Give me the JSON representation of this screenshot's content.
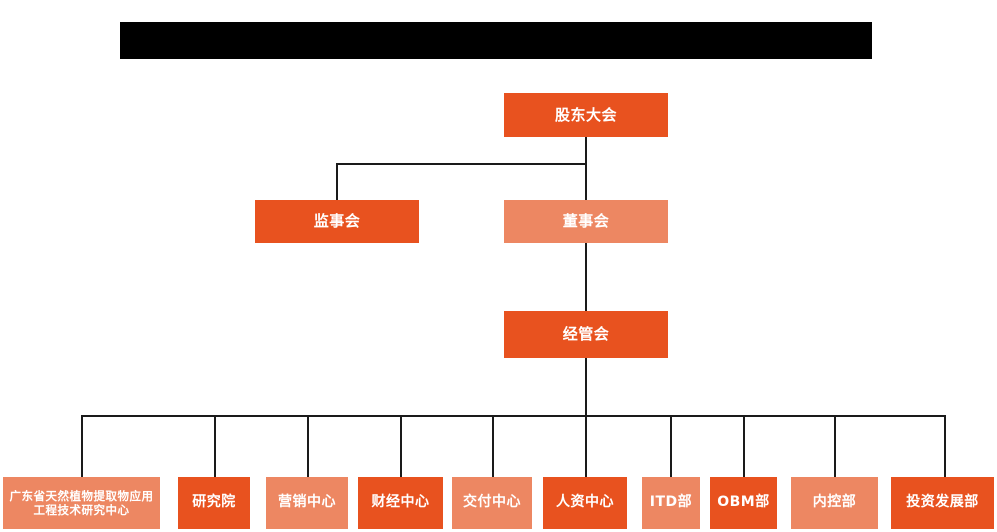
{
  "diagram": {
    "title_bar": {
      "name": "redacted-title-banner",
      "text": ""
    },
    "theme": {
      "background": "#ffffff",
      "accent_dark": "#E8521F",
      "accent_light": "#ED8762",
      "connector": "#1a1a1a",
      "node_text": "#ffffff",
      "banner": "#000000"
    },
    "levels": {
      "level1": [
        {
          "id": "shareholders-meeting",
          "label": "股东大会",
          "tone": "dark"
        }
      ],
      "level2": [
        {
          "id": "board-of-supervisors",
          "label": "监事会",
          "tone": "dark"
        },
        {
          "id": "board-of-directors",
          "label": "董事会",
          "tone": "light"
        }
      ],
      "level3": [
        {
          "id": "management-committee",
          "label": "经管会",
          "tone": "dark"
        }
      ],
      "level4": [
        {
          "id": "guangdong-research-center",
          "label": "广东省天然植物提取物应用工程技术研究中心",
          "tone": "light"
        },
        {
          "id": "research-institute",
          "label": "研究院",
          "tone": "dark"
        },
        {
          "id": "marketing-center",
          "label": "营销中心",
          "tone": "light"
        },
        {
          "id": "finance-center",
          "label": "财经中心",
          "tone": "dark"
        },
        {
          "id": "delivery-center",
          "label": "交付中心",
          "tone": "light"
        },
        {
          "id": "hr-center",
          "label": "人资中心",
          "tone": "dark"
        },
        {
          "id": "itd-department",
          "label": "ITD部",
          "tone": "light"
        },
        {
          "id": "obm-department",
          "label": "OBM部",
          "tone": "dark"
        },
        {
          "id": "internal-control-department",
          "label": "内控部",
          "tone": "light"
        },
        {
          "id": "investment-development-department",
          "label": "投资发展部",
          "tone": "dark"
        }
      ]
    }
  }
}
